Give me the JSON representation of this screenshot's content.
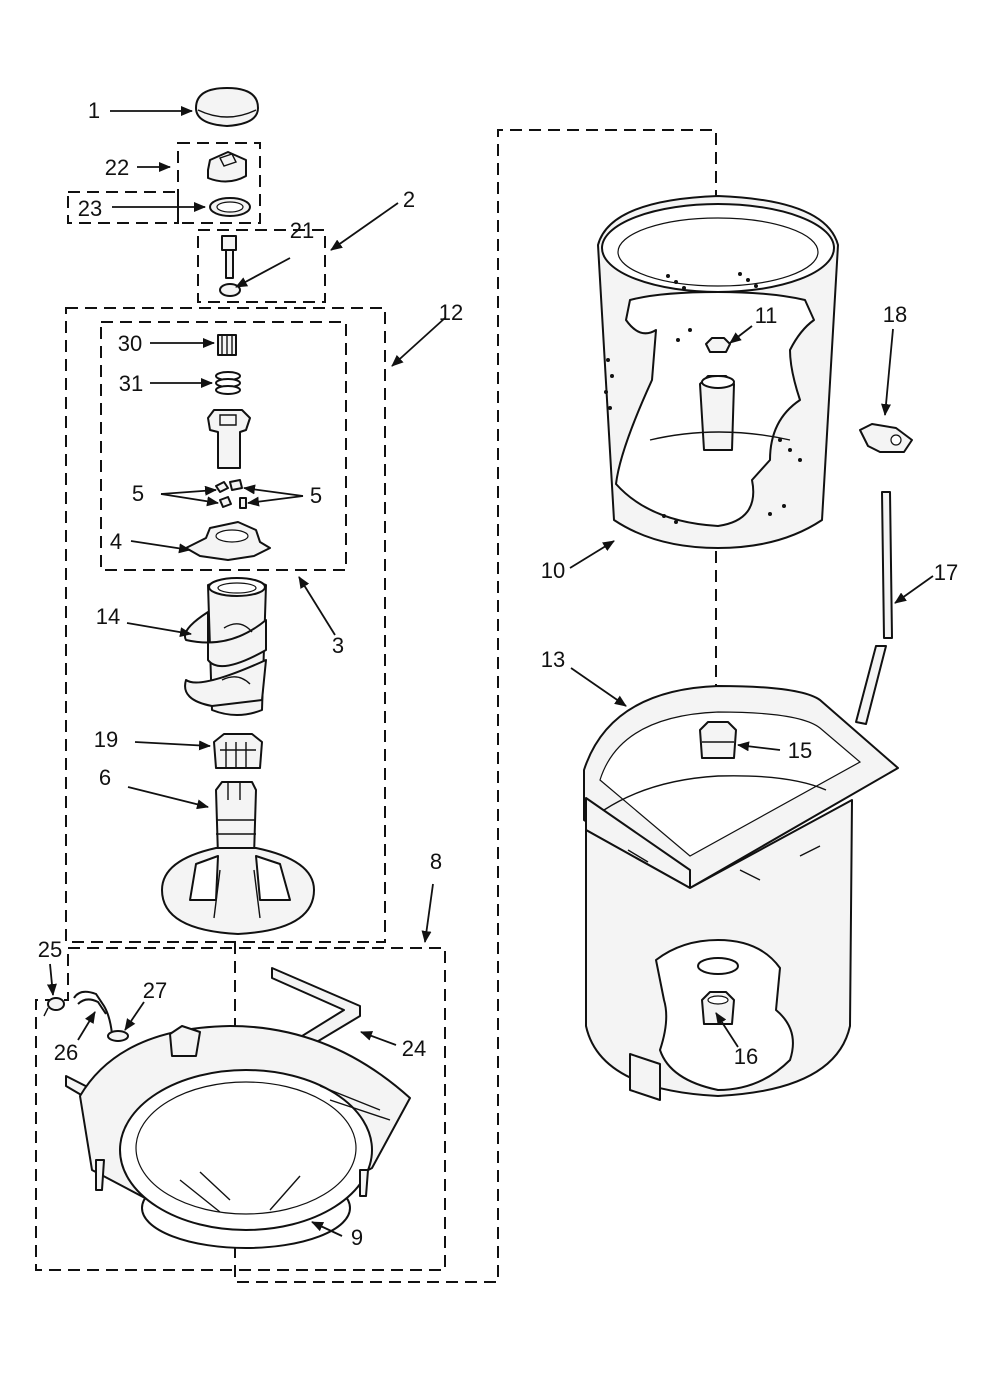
{
  "callouts": [
    {
      "id": "c1",
      "text": "1"
    },
    {
      "id": "c22",
      "text": "22"
    },
    {
      "id": "c23",
      "text": "23"
    },
    {
      "id": "c2",
      "text": "2"
    },
    {
      "id": "c21",
      "text": "21"
    },
    {
      "id": "c12",
      "text": "12"
    },
    {
      "id": "c30",
      "text": "30"
    },
    {
      "id": "c31",
      "text": "31"
    },
    {
      "id": "c5a",
      "text": "5"
    },
    {
      "id": "c5b",
      "text": "5"
    },
    {
      "id": "c4",
      "text": "4"
    },
    {
      "id": "c3",
      "text": "3"
    },
    {
      "id": "c14",
      "text": "14"
    },
    {
      "id": "c19",
      "text": "19"
    },
    {
      "id": "c6",
      "text": "6"
    },
    {
      "id": "c8",
      "text": "8"
    },
    {
      "id": "c25",
      "text": "25"
    },
    {
      "id": "c27",
      "text": "27"
    },
    {
      "id": "c26",
      "text": "26"
    },
    {
      "id": "c24",
      "text": "24"
    },
    {
      "id": "c9",
      "text": "9"
    },
    {
      "id": "c11",
      "text": "11"
    },
    {
      "id": "c18",
      "text": "18"
    },
    {
      "id": "c10",
      "text": "10"
    },
    {
      "id": "c17",
      "text": "17"
    },
    {
      "id": "c13",
      "text": "13"
    },
    {
      "id": "c15",
      "text": "15"
    },
    {
      "id": "c16",
      "text": "16"
    }
  ]
}
